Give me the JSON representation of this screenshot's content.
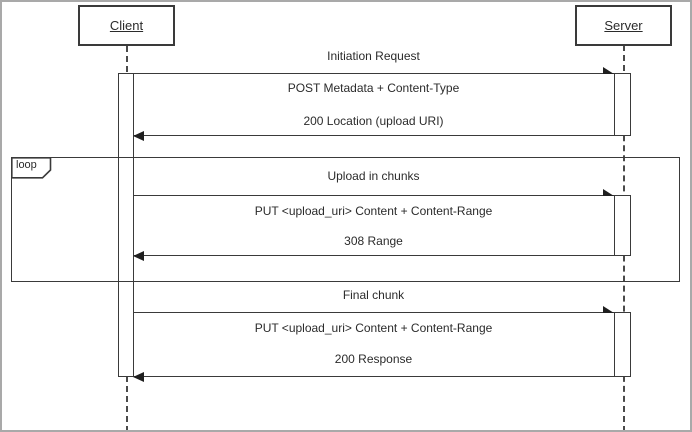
{
  "diagram": {
    "type": "uml-sequence-diagram",
    "actors": [
      {
        "name": "Client"
      },
      {
        "name": "Server"
      }
    ],
    "loop_fragment": {
      "label": "loop"
    },
    "sections": [
      {
        "title": "Initiation Request",
        "request": "POST Metadata + Content-Type",
        "response": "200 Location (upload URI)"
      },
      {
        "title": "Upload in chunks",
        "request": "PUT <upload_uri> Content + Content-Range",
        "response": "308 Range"
      },
      {
        "title": "Final chunk",
        "request": "PUT <upload_uri> Content + Content-Range",
        "response": "200 Response"
      }
    ],
    "colors": {
      "line": "#3a3a3a",
      "text": "#2b2b2b",
      "background": "#ffffff",
      "outer_border": "#a9a9a9"
    }
  }
}
